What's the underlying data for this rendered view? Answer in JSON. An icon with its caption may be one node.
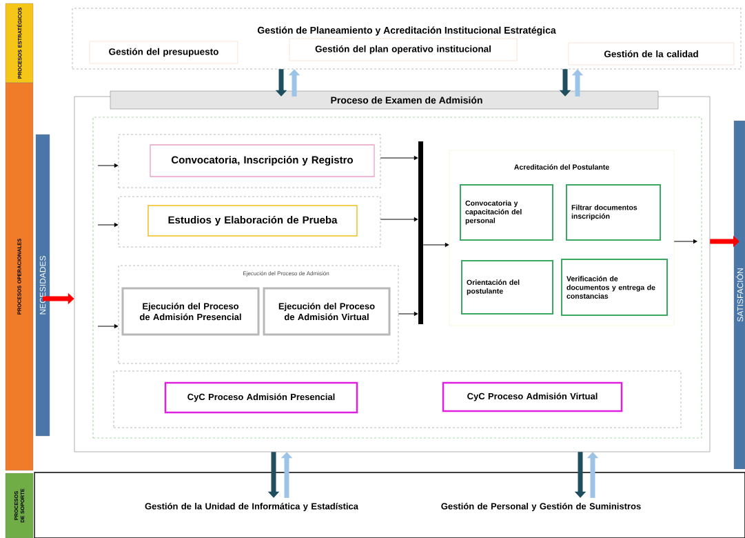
{
  "diagram": {
    "nodes": [
      {
        "text": [
          "PROCESOS ESTRATÉGICOS"
        ]
      },
      {
        "text": [
          "PROCESOS OPERACIONALES"
        ]
      },
      {
        "text": [
          "PROCESOS DE SOPORTE"
        ]
      },
      {
        "text": [
          "Gestión de Planeamiento y Acreditación Institucional Estratégica"
        ]
      },
      {
        "text": [
          "Gestión del presupuesto"
        ],
        "in": 3
      },
      {
        "text": [
          "Gestión del plan operativo institucional"
        ],
        "in": 3
      },
      {
        "text": [
          "Gestión de la calidad"
        ],
        "in": 3
      },
      {
        "text": [
          "NECESIDADES"
        ]
      },
      {
        "text": [
          "Proceso de Examen de Admisión"
        ]
      },
      {
        "text": [],
        "shape": "box",
        "in": 8
      },
      {
        "text": [],
        "shape": "box",
        "in": 9
      },
      {
        "text": [
          "Convocatoria, Inscripción y Registro"
        ],
        "in": 10
      },
      {
        "text": [],
        "shape": "box",
        "in": 9
      },
      {
        "text": [
          "Estudios y Elaboración de Prueba"
        ],
        "in": 12
      },
      {
        "text": [
          "Ejecución del Proceso de Admisión"
        ],
        "in": 9
      },
      {
        "text": [
          "Ejecución del Proceso de Admisión Presencial"
        ],
        "in": 14
      },
      {
        "text": [
          "Ejecución del Proceso de Admisión Virtual"
        ],
        "in": 14
      },
      {
        "text": [],
        "shape": "bar",
        "in": 9
      },
      {
        "text": [
          "Acreditación del Postulante"
        ],
        "in": 9
      },
      {
        "text": [
          "Convocatoria y capacitación del personal"
        ],
        "in": 18
      },
      {
        "text": [
          "Filtrar documentos inscripción"
        ],
        "in": 18
      },
      {
        "text": [
          "Orientación del postulante"
        ],
        "in": 18
      },
      {
        "text": [
          "Verificación de documentos y entrega de constancias"
        ],
        "in": 18
      },
      {
        "text": [],
        "shape": "box",
        "in": 9
      },
      {
        "text": [
          "CyC Proceso Admisión Presencial"
        ],
        "in": 23
      },
      {
        "text": [
          "CyC Proceso Admisión Virtual"
        ],
        "in": 23
      },
      {
        "text": [
          "SATISFACIÓN"
        ]
      },
      {
        "text": [],
        "shape": "box"
      },
      {
        "text": [
          "Gestión de la Unidad de Informática y Estadística"
        ],
        "in": 27
      },
      {
        "text": [
          "Gestión de Personal y Gestión de Suministros"
        ],
        "in": 27
      }
    ],
    "edges": [
      {
        "from": 3,
        "to": 8,
        "arrow": "to",
        "color": "#1f4e5f"
      },
      {
        "from": 8,
        "to": 3,
        "arrow": "to",
        "color": "#9dc3e6"
      },
      {
        "from": 3,
        "to": 8,
        "arrow": "to",
        "color": "#1f4e5f"
      },
      {
        "from": 8,
        "to": 3,
        "arrow": "to",
        "color": "#9dc3e6"
      },
      {
        "from": 8,
        "to": 28,
        "arrow": "to",
        "color": "#1f4e5f"
      },
      {
        "from": 28,
        "to": 8,
        "arrow": "to",
        "color": "#9dc3e6"
      },
      {
        "from": 8,
        "to": 29,
        "arrow": "to",
        "color": "#1f4e5f"
      },
      {
        "from": 29,
        "to": 8,
        "arrow": "to",
        "color": "#9dc3e6"
      },
      {
        "from": 7,
        "to": 8,
        "arrow": "to",
        "color": "#ff0000"
      },
      {
        "from": 8,
        "to": 26,
        "arrow": "to",
        "color": "#ff0000"
      },
      {
        "from": null,
        "to": 10,
        "arrow": "to"
      },
      {
        "from": null,
        "to": 12,
        "arrow": "to"
      },
      {
        "from": null,
        "to": 14,
        "arrow": "to"
      },
      {
        "from": 10,
        "to": 17,
        "arrow": "to"
      },
      {
        "from": 12,
        "to": 17,
        "arrow": "to"
      },
      {
        "from": 14,
        "to": 17,
        "arrow": "to"
      },
      {
        "from": 17,
        "to": 18,
        "arrow": "to"
      },
      {
        "from": 18,
        "to": null,
        "arrow": "to"
      }
    ]
  }
}
